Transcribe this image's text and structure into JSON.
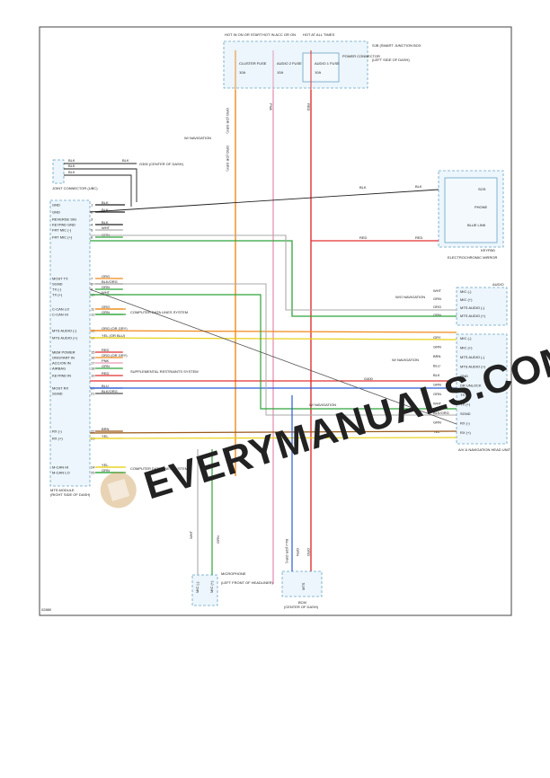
{
  "diagram_code": "02880",
  "watermark": {
    "text": "EVERYMANUALS.COM",
    "color": "#9c9c9c"
  },
  "fuse_headers": [
    "HOT IN ON OR START",
    "HOT IN ACC OR ON",
    "HOT AT ALL TIMES"
  ],
  "jb": {
    "name": "SJB (SMART JUNCTION BOX",
    "loc": "(LEFT SIDE OF DASH)"
  },
  "fuses": [
    {
      "name": "CLUSTER FUSE",
      "amps": "10A"
    },
    {
      "name": "AUDIO 2 FUSE",
      "amps": "10A"
    },
    {
      "name": "AUDIO 1 FUSE",
      "amps": "10A"
    }
  ],
  "power_connector": "POWER CONNECTOR",
  "wires_top": [
    "ORG (OR GRY)",
    "PNK",
    "RED"
  ],
  "mid_labels": {
    "w_nav": "W/ NAVIGATION",
    "org_gry": "ORG (OR GRY)"
  },
  "ground_dash": "G300 (CENTER OF DASH)",
  "joint": {
    "name": "JOINT CONNECTOR (UBC)",
    "wires": [
      "BLK",
      "BLK",
      "BLK"
    ],
    "blk": "BLK"
  },
  "keypad": {
    "name": "KEYPAD",
    "loc": "ELECTROCHROMIC MIRROR",
    "buttons": [
      "SOS",
      "PHONE",
      "BLUE LINK"
    ],
    "wire1": "BLK",
    "wire2": "RED"
  },
  "mts": {
    "name": "MTS MODULE",
    "loc": "(RIGHT SIDE OF DASH)",
    "pins": [
      {
        "label": "GND",
        "wire": "BLK",
        "color": "#222222"
      },
      {
        "label": "GND",
        "wire": "BLK",
        "color": "#222222"
      },
      {
        "label": "REVERSE SIG",
        "wire": "",
        "color": "#999999"
      },
      {
        "label": "KEYPAD GND",
        "wire": "BLK",
        "color": "#222222"
      },
      {
        "label": "FRT MIC (-)",
        "wire": "WHT",
        "color": "#aaaaaa"
      },
      {
        "label": "FRT MIC (+)",
        "wire": "GRN",
        "color": "#2fa43a"
      },
      {
        "label": "MOST TX",
        "wire": "ORG",
        "color": "#f08a1c"
      },
      {
        "label": "SGND",
        "wire": "BLK/ORG",
        "color": "#555555"
      },
      {
        "label": "TX (-)",
        "wire": "GRN",
        "color": "#2fa43a"
      },
      {
        "label": "TX (+)",
        "wire": "WHT",
        "color": "#aaaaaa"
      },
      {
        "label": "C-CAN LO",
        "wire": "ORG",
        "color": "#f08a1c"
      },
      {
        "label": "C-CAN HI",
        "wire": "GRN",
        "color": "#2fa43a"
      },
      {
        "label": "MTS AUDIO (-)",
        "wire": "ORG (OR GRY)",
        "color": "#f08a1c"
      },
      {
        "label": "MTS AUDIO (+)",
        "wire": "YEL (OR BLU)",
        "color": "#e8d21a"
      },
      {
        "label": "MEM POWER",
        "wire": "RED",
        "color": "#e03030"
      },
      {
        "label": "ON/START IN",
        "wire": "ORG (OR GRY)",
        "color": "#f08a1c"
      },
      {
        "label": "ACC/ON IN",
        "wire": "PNK",
        "color": "#e69ab8"
      },
      {
        "label": "AIRBAG",
        "wire": "GRN",
        "color": "#2fa43a"
      },
      {
        "label": "KEYPAD IN",
        "wire": "RED",
        "color": "#e03030"
      },
      {
        "label": "MOST RX",
        "wire": "BLU",
        "color": "#2c5ad8"
      },
      {
        "label": "SGND",
        "wire": "BLK/ORG",
        "color": "#555555"
      },
      {
        "label": "RX (-)",
        "wire": "BRN",
        "color": "#9a5a1a"
      },
      {
        "label": "RX (+)",
        "wire": "YEL",
        "color": "#e8d21a"
      },
      {
        "label": "M-CAN HI",
        "wire": "YEL",
        "color": "#e8d21a"
      },
      {
        "label": "M-CAN LO",
        "wire": "GRN",
        "color": "#2fa43a"
      }
    ],
    "data_links": "COMPUTER DATA LINES SYSTEM",
    "srs": "SUPPLEMENTAL RESTRAINTS SYSTEM"
  },
  "audio": {
    "name": "AUDIO",
    "section": "W/O NAVIGATION",
    "pins": [
      "MIC (-)",
      "MIC (+)",
      "MTS AUDIO (-)",
      "MTS AUDIO (+)"
    ],
    "wires": [
      "WHT",
      "GRN",
      "ORG",
      "GRN"
    ]
  },
  "avn": {
    "name": "A/V & NAVIGATION HEAD UNIT",
    "section": "W/ NAVIGATION",
    "pins": [
      "MIC (-)",
      "MIC (+)",
      "MTS AUDIO (-)",
      "MTS AUDIO (+)",
      "GND",
      "DR UNLOCK",
      "TX (-)",
      "TX (+)",
      "SGND",
      "RX (-)",
      "RX (+)"
    ],
    "wires": [
      "GRY",
      "GRN",
      "BRN",
      "BLU",
      "BLK",
      "GRN",
      "GRN",
      "WHT",
      "BLK/ORG",
      "GRN",
      "YEL"
    ],
    "ground": "G400"
  },
  "mic": {
    "name": "MICROPHONE",
    "loc": "(LEFT FRONT OF HEADLINER)",
    "pins": [
      "MIC (-)",
      "MIC (+)"
    ],
    "wires": [
      "WHT",
      "GRN"
    ]
  },
  "bcm": {
    "name": "BCM",
    "loc": "(CENTER OF DASH)",
    "wires": [
      "BLU (OR GRY)",
      "GRN",
      "ORG"
    ],
    "pin": "MTS"
  }
}
